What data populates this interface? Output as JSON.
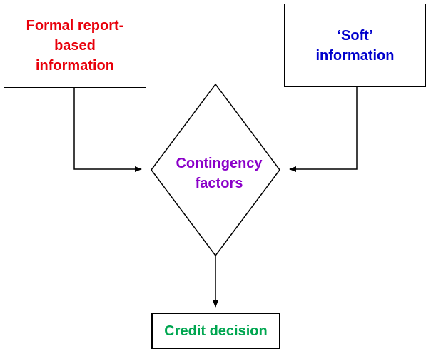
{
  "diagram": {
    "nodes": {
      "formal": {
        "label": "Formal report-based information",
        "color": "#e8000b"
      },
      "soft": {
        "label": "‘Soft’ information",
        "color": "#0000cc"
      },
      "contingency": {
        "label": "Contingency factors",
        "color": "#8b00c9"
      },
      "credit": {
        "label": "Credit decision",
        "color": "#00a650"
      }
    },
    "edges": [
      {
        "from": "formal",
        "to": "contingency"
      },
      {
        "from": "soft",
        "to": "contingency"
      },
      {
        "from": "contingency",
        "to": "credit"
      }
    ]
  }
}
